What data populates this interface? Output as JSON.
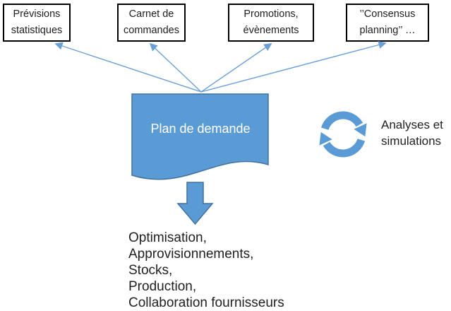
{
  "diagram": {
    "title": "Plan de demande diagram",
    "sources": [
      "Prévisions statistiques",
      "Carnet de commandes",
      "Promotions, évènements",
      "’’Consensus planning’’ …"
    ],
    "center": {
      "label": "Plan de demande"
    },
    "cycle": {
      "label": "Analyses et simulations"
    },
    "outputs": [
      "Optimisation,",
      "Approvisionnements,",
      "Stocks,",
      "Production,",
      "Collaboration fournisseurs"
    ],
    "icons": [
      "cycle-arrows-icon",
      "down-arrow-icon",
      "connector-arrow-icon"
    ],
    "colors": {
      "shape_fill": "#5B9BD5",
      "shape_border": "#41719C",
      "connector": "#6B9FD8",
      "box_border": "#000000",
      "text": "#1F1F1F",
      "center_text": "#FFFFFF",
      "background": "#FFFFFF"
    }
  }
}
